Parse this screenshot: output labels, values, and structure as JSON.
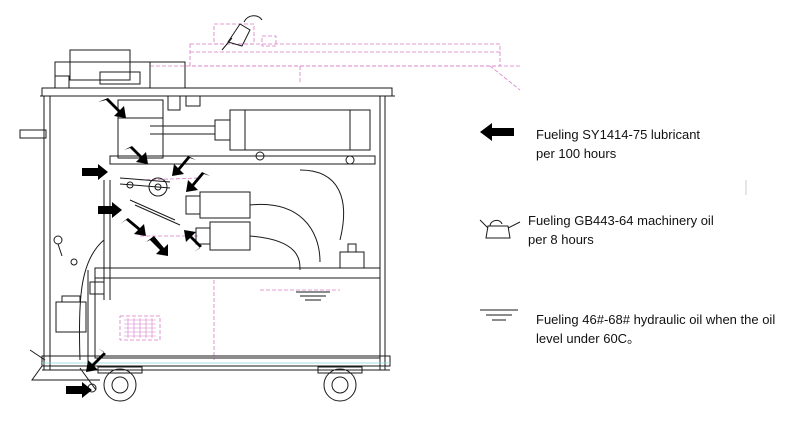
{
  "legend": {
    "lubricant": {
      "line1": "Fueling SY1414-75 lubricant",
      "line2": "per 100 hours",
      "icon": "black-arrow-icon"
    },
    "machinery_oil": {
      "line1": "Fueling GB443-64 machinery oil",
      "line2": "per 8 hours",
      "icon": "oil-can-icon"
    },
    "hydraulic_oil": {
      "line1": "Fueling 46#-68# hydraulic oil when the oil",
      "line2": "level under 60C。",
      "icon": "oil-level-icon"
    }
  },
  "colors": {
    "line": "#1a1a1a",
    "pink": "#d67cc8",
    "arrow": "#000000"
  }
}
